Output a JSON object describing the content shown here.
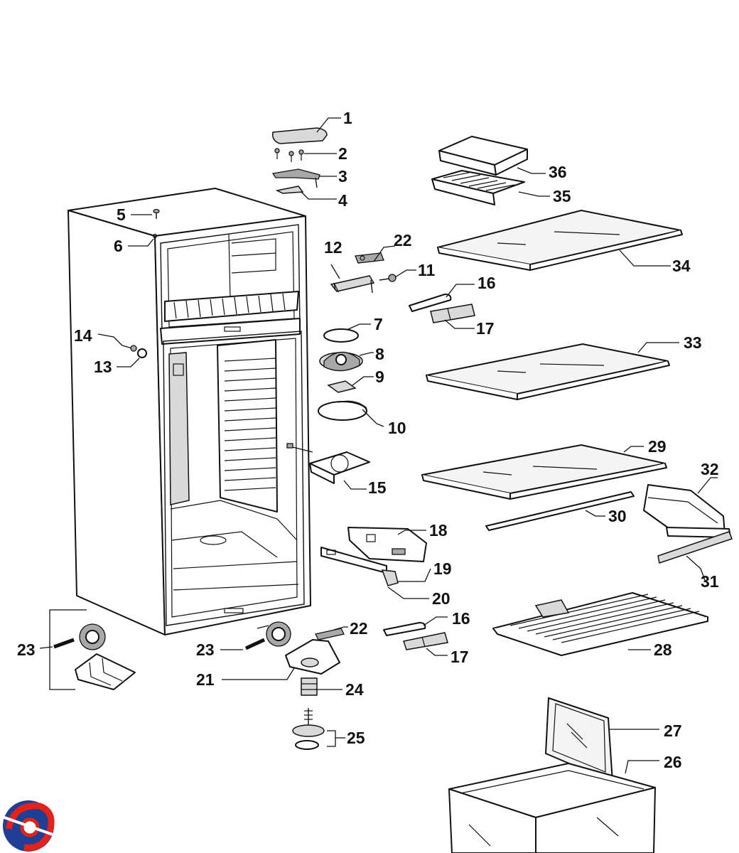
{
  "callouts": [
    {
      "id": "1",
      "label": "1"
    },
    {
      "id": "2",
      "label": "2"
    },
    {
      "id": "3",
      "label": "3"
    },
    {
      "id": "4",
      "label": "4"
    },
    {
      "id": "5",
      "label": "5"
    },
    {
      "id": "6",
      "label": "6"
    },
    {
      "id": "7",
      "label": "7"
    },
    {
      "id": "8",
      "label": "8"
    },
    {
      "id": "9",
      "label": "9"
    },
    {
      "id": "10",
      "label": "10"
    },
    {
      "id": "11",
      "label": "11"
    },
    {
      "id": "12",
      "label": "12"
    },
    {
      "id": "13",
      "label": "13"
    },
    {
      "id": "14",
      "label": "14"
    },
    {
      "id": "15",
      "label": "15"
    },
    {
      "id": "16a",
      "label": "16"
    },
    {
      "id": "16b",
      "label": "16"
    },
    {
      "id": "17a",
      "label": "17"
    },
    {
      "id": "17b",
      "label": "17"
    },
    {
      "id": "18",
      "label": "18"
    },
    {
      "id": "19",
      "label": "19"
    },
    {
      "id": "20",
      "label": "20"
    },
    {
      "id": "21",
      "label": "21"
    },
    {
      "id": "22a",
      "label": "22"
    },
    {
      "id": "22b",
      "label": "22"
    },
    {
      "id": "23a",
      "label": "23"
    },
    {
      "id": "23b",
      "label": "23"
    },
    {
      "id": "24",
      "label": "24"
    },
    {
      "id": "25",
      "label": "25"
    },
    {
      "id": "26",
      "label": "26"
    },
    {
      "id": "27",
      "label": "27"
    },
    {
      "id": "28",
      "label": "28"
    },
    {
      "id": "29",
      "label": "29"
    },
    {
      "id": "30",
      "label": "30"
    },
    {
      "id": "31",
      "label": "31"
    },
    {
      "id": "32",
      "label": "32"
    },
    {
      "id": "33",
      "label": "33"
    },
    {
      "id": "34",
      "label": "34"
    },
    {
      "id": "35",
      "label": "35"
    },
    {
      "id": "36",
      "label": "36"
    }
  ],
  "logo": {
    "name": "brand-logo",
    "colors": [
      "#1f3f95",
      "#e2231a",
      "#ffffff"
    ]
  }
}
